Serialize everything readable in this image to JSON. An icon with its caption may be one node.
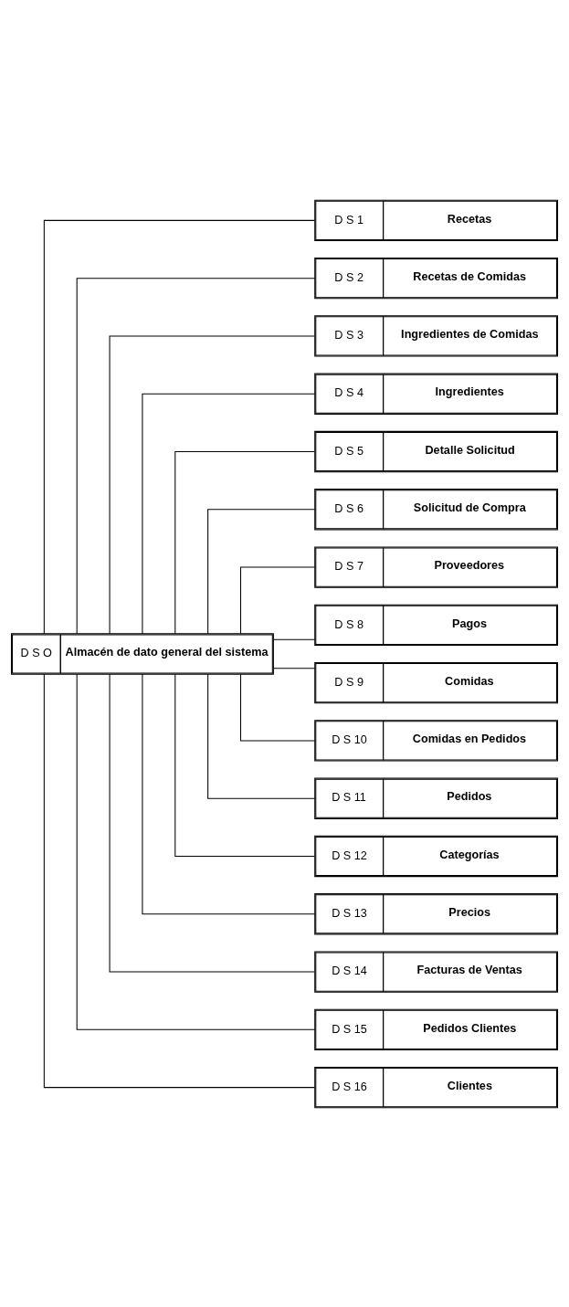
{
  "diagram": {
    "nodes": [
      {
        "text": [
          "D S O",
          "Almacén de dato general del sistema"
        ]
      },
      {
        "text": [
          "D S 1",
          "Recetas"
        ]
      },
      {
        "text": [
          "D S 2",
          "Recetas de Comidas"
        ]
      },
      {
        "text": [
          "D S 3",
          "Ingredientes de Comidas"
        ]
      },
      {
        "text": [
          "D S 4",
          "Ingredientes"
        ]
      },
      {
        "text": [
          "D S 5",
          "Detalle Solicitud"
        ]
      },
      {
        "text": [
          "D S 6",
          "Solicitud de Compra"
        ]
      },
      {
        "text": [
          "D S 7",
          "Proveedores"
        ]
      },
      {
        "text": [
          "D S 8",
          "Pagos"
        ]
      },
      {
        "text": [
          "D S 9",
          "Comidas"
        ]
      },
      {
        "text": [
          "D S 10",
          "Comidas en Pedidos"
        ]
      },
      {
        "text": [
          "D S 11",
          "Pedidos"
        ]
      },
      {
        "text": [
          "D S 12",
          "Categorías"
        ]
      },
      {
        "text": [
          "D S 13",
          "Precios"
        ]
      },
      {
        "text": [
          "D S 14",
          "Facturas de Ventas"
        ]
      },
      {
        "text": [
          "D S 15",
          "Pedidos Clientes"
        ]
      },
      {
        "text": [
          "D S 16",
          "Clientes"
        ]
      }
    ],
    "edges": [
      {
        "from": 0,
        "to": 1,
        "arrow": "none"
      },
      {
        "from": 0,
        "to": 2,
        "arrow": "none"
      },
      {
        "from": 0,
        "to": 3,
        "arrow": "none"
      },
      {
        "from": 0,
        "to": 4,
        "arrow": "none"
      },
      {
        "from": 0,
        "to": 5,
        "arrow": "none"
      },
      {
        "from": 0,
        "to": 6,
        "arrow": "none"
      },
      {
        "from": 0,
        "to": 7,
        "arrow": "none"
      },
      {
        "from": 0,
        "to": 8,
        "arrow": "none"
      },
      {
        "from": 0,
        "to": 9,
        "arrow": "none"
      },
      {
        "from": 0,
        "to": 10,
        "arrow": "none"
      },
      {
        "from": 0,
        "to": 11,
        "arrow": "none"
      },
      {
        "from": 0,
        "to": 12,
        "arrow": "none"
      },
      {
        "from": 0,
        "to": 13,
        "arrow": "none"
      },
      {
        "from": 0,
        "to": 14,
        "arrow": "none"
      },
      {
        "from": 0,
        "to": 15,
        "arrow": "none"
      },
      {
        "from": 0,
        "to": 16,
        "arrow": "none"
      }
    ]
  }
}
